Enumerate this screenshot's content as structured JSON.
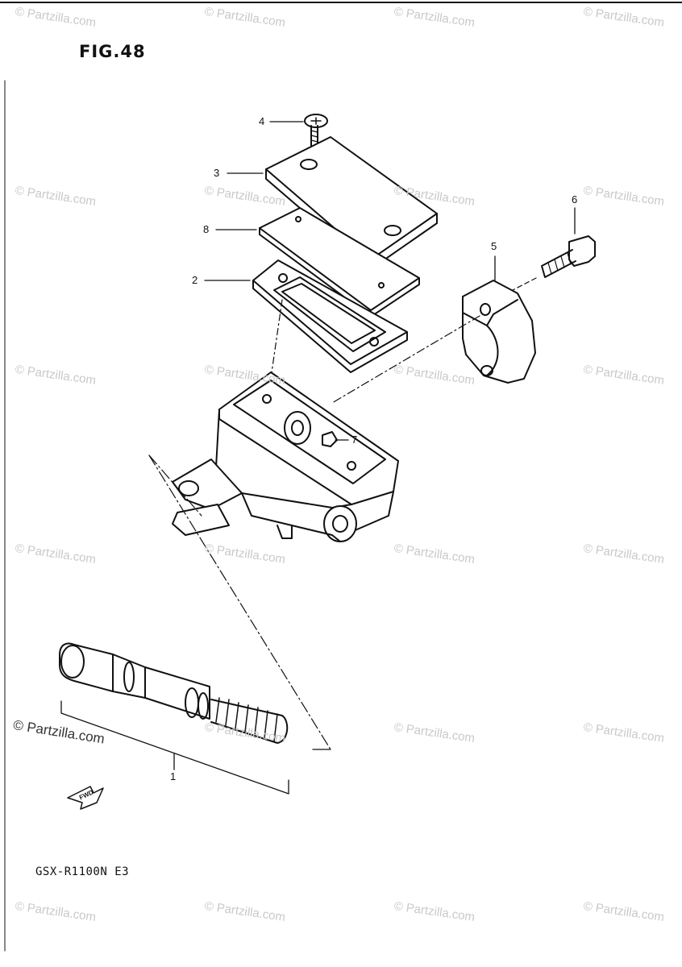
{
  "figure": {
    "title": "FIG.48",
    "model_code": "GSX-R1100N E3"
  },
  "callouts": [
    {
      "id": "4",
      "label": "4"
    },
    {
      "id": "3",
      "label": "3"
    },
    {
      "id": "8",
      "label": "8"
    },
    {
      "id": "2",
      "label": "2"
    },
    {
      "id": "6",
      "label": "6"
    },
    {
      "id": "5",
      "label": "5"
    },
    {
      "id": "7",
      "label": "7"
    },
    {
      "id": "1",
      "label": "1"
    }
  ],
  "fwd_arrow": {
    "label": "FWD"
  },
  "watermark": {
    "text": "© Partzilla.com"
  },
  "colors": {
    "line": "#111111",
    "watermark": "#c9c9c9"
  }
}
